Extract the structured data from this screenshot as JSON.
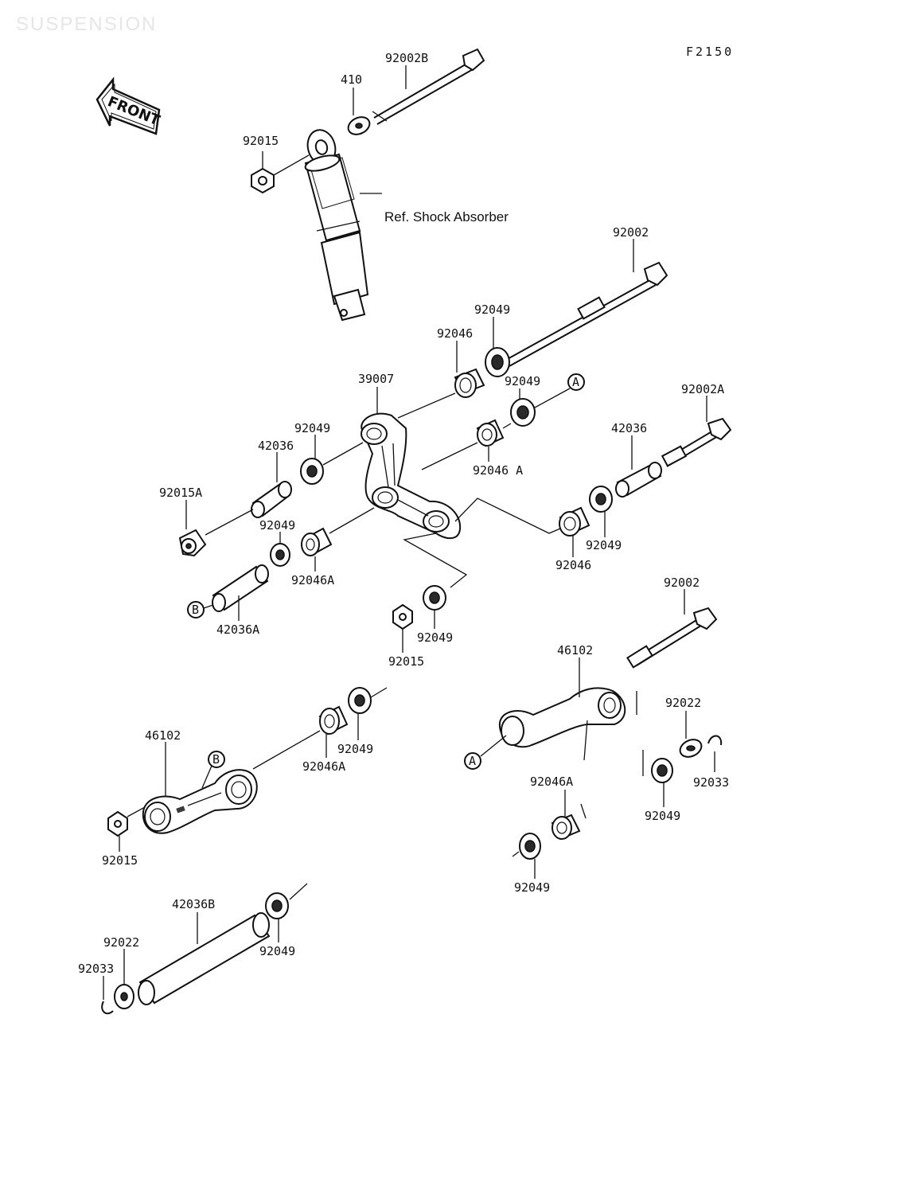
{
  "watermark": "SUSPENSION",
  "figure_code": "F2150",
  "front_badge": "FRONT",
  "ref_note": "Ref. Shock Absorber",
  "callout_A": "A",
  "callout_B": "B",
  "labels": {
    "p92002B": "92002B",
    "p410": "410",
    "p92015_top": "92015",
    "p92002_top": "92002",
    "p92049_a": "92049",
    "p92046_a": "92046",
    "p39007": "39007",
    "p92049_b": "92049",
    "p92002A": "92002A",
    "p92049_c": "92049",
    "p42036_left": "42036",
    "p42036_right": "42036",
    "p92046A_mid": "92046 A",
    "p92015A": "92015A",
    "p92049_d": "92049",
    "p92046A_left": "92046A",
    "p92049_e": "92049",
    "p92046_right": "92046",
    "p42036A": "42036A",
    "p92049_f": "92049",
    "p92015_mid": "92015",
    "p92002_right": "92002",
    "p46102_right": "46102",
    "p92022_right": "92022",
    "p92033_right": "92033",
    "p92049_g": "92049",
    "p46102_left": "46102",
    "p92049_h": "92049",
    "p92046A_lower": "92046A",
    "p92046A_r": "92046A",
    "p92015_low": "92015",
    "p92049_i": "92049",
    "p42036B": "42036B",
    "p92022_left": "92022",
    "p92033_left": "92033",
    "p92049_j": "92049"
  }
}
